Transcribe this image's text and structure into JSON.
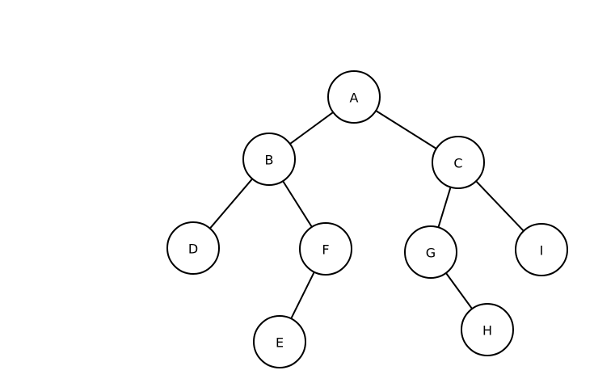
{
  "diagram": {
    "type": "binary-tree",
    "nodes": [
      {
        "id": "A",
        "label": "A"
      },
      {
        "id": "B",
        "label": "B"
      },
      {
        "id": "C",
        "label": "C"
      },
      {
        "id": "D",
        "label": "D"
      },
      {
        "id": "F",
        "label": "F"
      },
      {
        "id": "G",
        "label": "G"
      },
      {
        "id": "I",
        "label": "I"
      },
      {
        "id": "E",
        "label": "E"
      },
      {
        "id": "H",
        "label": "H"
      }
    ],
    "edges": [
      {
        "from": "A",
        "to": "B"
      },
      {
        "from": "A",
        "to": "C"
      },
      {
        "from": "B",
        "to": "D"
      },
      {
        "from": "B",
        "to": "F"
      },
      {
        "from": "C",
        "to": "G"
      },
      {
        "from": "C",
        "to": "I"
      },
      {
        "from": "F",
        "to": "E"
      },
      {
        "from": "G",
        "to": "H"
      }
    ],
    "colors": {
      "stroke": "#000000",
      "fill": "#ffffff",
      "text": "#000000"
    }
  }
}
